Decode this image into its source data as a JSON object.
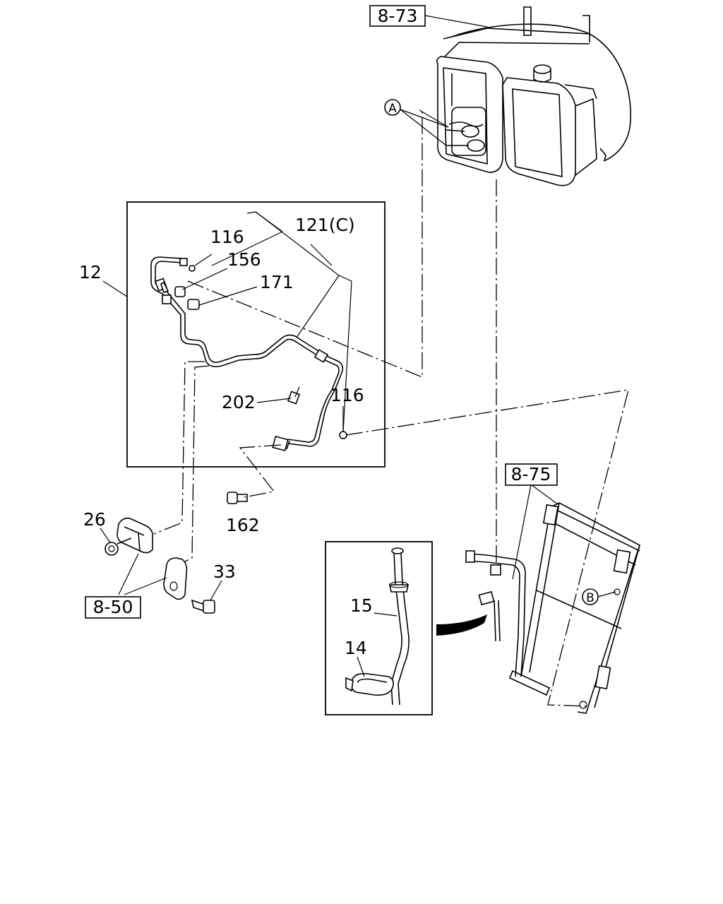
{
  "diagram": {
    "refs": {
      "evaporator_unit": "8-73",
      "condenser": "8-75",
      "brackets": "8-50"
    },
    "callout_letters": {
      "evaporator_port": "A",
      "condenser_port": "B"
    },
    "labels": {
      "part_12": "12",
      "part_116_top": "116",
      "part_121c": "121(C)",
      "part_156": "156",
      "part_171": "171",
      "part_202": "202",
      "part_116_bottom": "116",
      "part_162": "162",
      "part_26": "26",
      "part_33": "33",
      "part_15": "15",
      "part_14": "14"
    }
  }
}
